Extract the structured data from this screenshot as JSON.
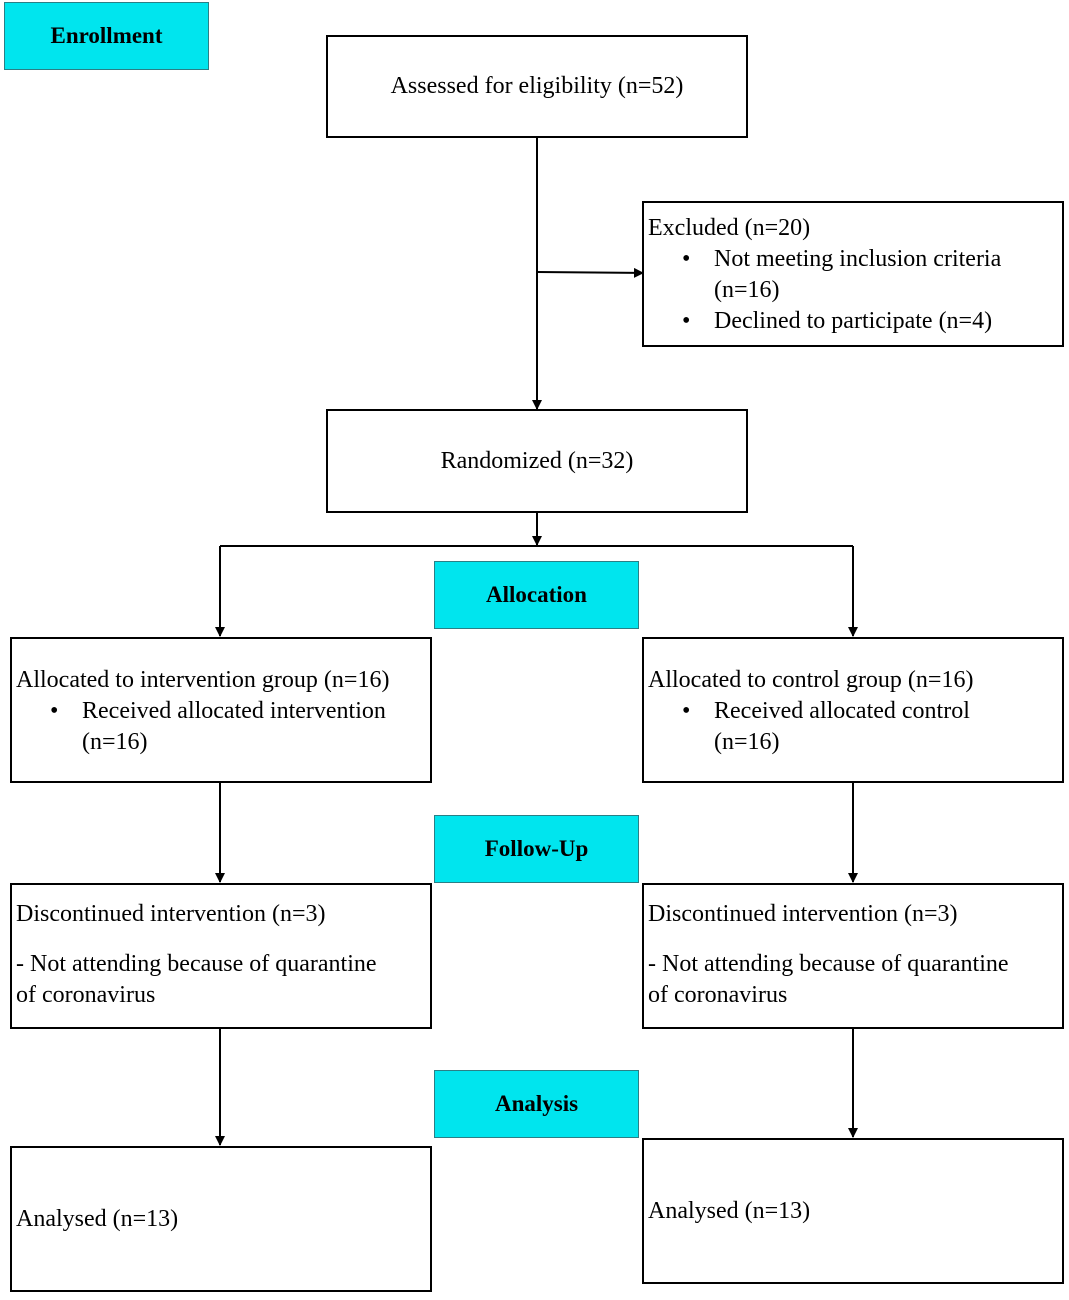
{
  "colors": {
    "stage_fill": "#00e5ee",
    "line": "#000000"
  },
  "stages": {
    "enrollment": "Enrollment",
    "allocation": "Allocation",
    "follow_up": "Follow-Up",
    "analysis": "Analysis"
  },
  "assessed": {
    "text": "Assessed for eligibility (n=52)"
  },
  "excluded": {
    "title": "Excluded (n=20)",
    "items": [
      {
        "line1": "Not meeting inclusion criteria",
        "line2": "(n=16)"
      },
      {
        "line1": "Declined to participate (n=4)"
      }
    ]
  },
  "randomized": {
    "text": "Randomized (n=32)"
  },
  "intervention": {
    "allocated_title": "Allocated to intervention group (n=16)",
    "allocated_item_line1": "Received allocated intervention",
    "allocated_item_line2": "(n=16)",
    "followup_title": "Discontinued intervention (n=3)",
    "followup_reason_line1": "- Not attending because of quarantine",
    "followup_reason_line2": "of coronavirus",
    "analysed": "Analysed (n=13)"
  },
  "control": {
    "allocated_title": "Allocated to control group (n=16)",
    "allocated_item_line1": "Received allocated control",
    "allocated_item_line2": "(n=16)",
    "followup_title": "Discontinued intervention (n=3)",
    "followup_reason_line1": "- Not attending because of quarantine",
    "followup_reason_line2": "of coronavirus",
    "analysed": "Analysed (n=13)"
  },
  "bullet_glyph": "•"
}
